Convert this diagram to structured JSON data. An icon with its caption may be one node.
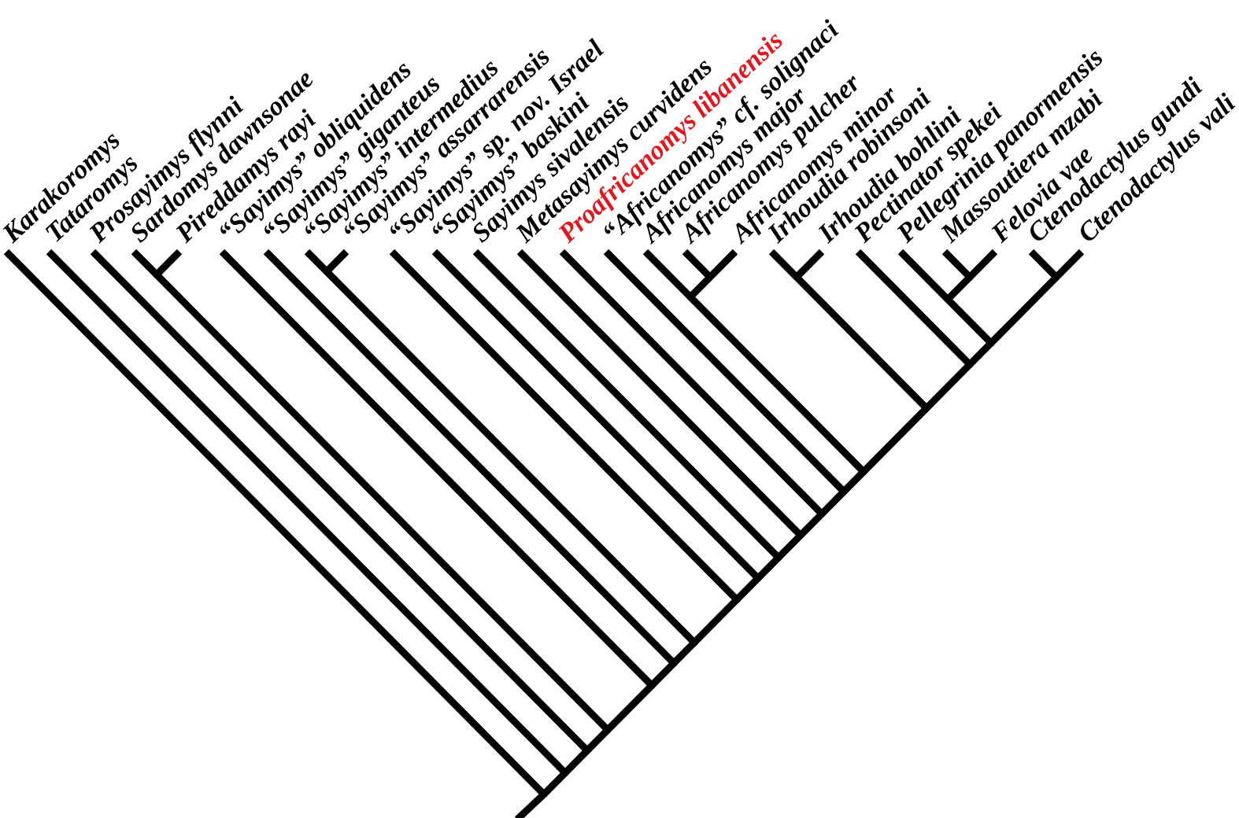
{
  "diagram": {
    "nodes": [
      {
        "text": [
          "Karakoromys"
        ]
      },
      {
        "text": [
          "Tataromys"
        ]
      },
      {
        "text": [
          "Prosayimys flynni"
        ]
      },
      {
        "text": [
          "Sardomys dawnsonae"
        ]
      },
      {
        "text": [
          "Pireddamys rayi"
        ]
      },
      {
        "text": [
          "“Sayimys” obliquidens"
        ]
      },
      {
        "text": [
          "“Sayimys” giganteus"
        ]
      },
      {
        "text": [
          "“Sayimys” intermedius"
        ]
      },
      {
        "text": [
          "“Sayimys” assarrarensis"
        ]
      },
      {
        "text": [
          "“Sayimys” sp. nov. Israel"
        ]
      },
      {
        "text": [
          "“Sayimys” baskini"
        ]
      },
      {
        "text": [
          "Sayimys sivalensis"
        ]
      },
      {
        "text": [
          "Metasayimys curvidens"
        ]
      },
      {
        "text": [
          "Proafricanomys libanensis"
        ]
      },
      {
        "text": [
          "“Africanomys” cf. solignaci"
        ]
      },
      {
        "text": [
          "Africanomys major"
        ]
      },
      {
        "text": [
          "Africanomys pulcher"
        ]
      },
      {
        "text": [
          "Africanomys minor"
        ]
      },
      {
        "text": [
          "Irhoudia robinsoni"
        ]
      },
      {
        "text": [
          "Irhoudia bohlini"
        ]
      },
      {
        "text": [
          "Pectinator spekei"
        ]
      },
      {
        "text": [
          "Pellegrinia panormensis"
        ]
      },
      {
        "text": [
          "Massoutiera mzabi"
        ]
      },
      {
        "text": [
          "Felovia vae"
        ]
      },
      {
        "text": [
          "Ctenodactylus gundi"
        ]
      },
      {
        "text": [
          "Ctenodactylus vali"
        ]
      },
      {
        "text": [],
        "shape": "point"
      },
      {
        "text": [],
        "shape": "point"
      },
      {
        "text": [],
        "shape": "point"
      },
      {
        "text": [],
        "shape": "point"
      },
      {
        "text": [],
        "shape": "point"
      },
      {
        "text": [],
        "shape": "point"
      },
      {
        "text": [],
        "shape": "point"
      },
      {
        "text": [],
        "shape": "point"
      },
      {
        "text": [],
        "shape": "point"
      },
      {
        "text": [],
        "shape": "point"
      },
      {
        "text": [],
        "shape": "point"
      },
      {
        "text": [],
        "shape": "point"
      },
      {
        "text": [],
        "shape": "point"
      },
      {
        "text": [],
        "shape": "point"
      },
      {
        "text": [],
        "shape": "point"
      },
      {
        "text": [],
        "shape": "point"
      },
      {
        "text": [],
        "shape": "point"
      },
      {
        "text": [],
        "shape": "point"
      },
      {
        "text": [],
        "shape": "point"
      },
      {
        "text": [],
        "shape": "point"
      },
      {
        "text": [],
        "shape": "point"
      },
      {
        "text": [],
        "shape": "point"
      },
      {
        "text": [],
        "shape": "point"
      },
      {
        "text": [],
        "shape": "point"
      },
      {
        "text": [],
        "shape": "point"
      }
    ],
    "edges": [
      {
        "from": 3,
        "to": 26,
        "arrow": "none"
      },
      {
        "from": 4,
        "to": 26,
        "arrow": "none"
      },
      {
        "from": 7,
        "to": 27,
        "arrow": "none"
      },
      {
        "from": 8,
        "to": 27,
        "arrow": "none"
      },
      {
        "from": 16,
        "to": 28,
        "arrow": "none"
      },
      {
        "from": 17,
        "to": 28,
        "arrow": "none"
      },
      {
        "from": 15,
        "to": 29,
        "arrow": "none"
      },
      {
        "from": 28,
        "to": 29,
        "arrow": "none"
      },
      {
        "from": 18,
        "to": 30,
        "arrow": "none"
      },
      {
        "from": 19,
        "to": 30,
        "arrow": "none"
      },
      {
        "from": 22,
        "to": 31,
        "arrow": "none"
      },
      {
        "from": 23,
        "to": 31,
        "arrow": "none"
      },
      {
        "from": 24,
        "to": 32,
        "arrow": "none"
      },
      {
        "from": 25,
        "to": 32,
        "arrow": "none"
      },
      {
        "from": 21,
        "to": 33,
        "arrow": "none"
      },
      {
        "from": 31,
        "to": 33,
        "arrow": "none"
      },
      {
        "from": 33,
        "to": 34,
        "arrow": "none"
      },
      {
        "from": 32,
        "to": 34,
        "arrow": "none"
      },
      {
        "from": 20,
        "to": 35,
        "arrow": "none"
      },
      {
        "from": 34,
        "to": 35,
        "arrow": "none"
      },
      {
        "from": 30,
        "to": 36,
        "arrow": "none"
      },
      {
        "from": 35,
        "to": 36,
        "arrow": "none"
      },
      {
        "from": 29,
        "to": 37,
        "arrow": "none"
      },
      {
        "from": 36,
        "to": 37,
        "arrow": "none"
      },
      {
        "from": 14,
        "to": 38,
        "arrow": "none"
      },
      {
        "from": 37,
        "to": 38,
        "arrow": "none"
      },
      {
        "from": 13,
        "to": 39,
        "arrow": "none"
      },
      {
        "from": 38,
        "to": 39,
        "arrow": "none"
      },
      {
        "from": 12,
        "to": 40,
        "arrow": "none"
      },
      {
        "from": 39,
        "to": 40,
        "arrow": "none"
      },
      {
        "from": 11,
        "to": 41,
        "arrow": "none"
      },
      {
        "from": 40,
        "to": 41,
        "arrow": "none"
      },
      {
        "from": 10,
        "to": 42,
        "arrow": "none"
      },
      {
        "from": 41,
        "to": 42,
        "arrow": "none"
      },
      {
        "from": 9,
        "to": 43,
        "arrow": "none"
      },
      {
        "from": 42,
        "to": 43,
        "arrow": "none"
      },
      {
        "from": 27,
        "to": 44,
        "arrow": "none"
      },
      {
        "from": 43,
        "to": 44,
        "arrow": "none"
      },
      {
        "from": 6,
        "to": 45,
        "arrow": "none"
      },
      {
        "from": 44,
        "to": 45,
        "arrow": "none"
      },
      {
        "from": 5,
        "to": 46,
        "arrow": "none"
      },
      {
        "from": 45,
        "to": 46,
        "arrow": "none"
      },
      {
        "from": 26,
        "to": 47,
        "arrow": "none"
      },
      {
        "from": 46,
        "to": 47,
        "arrow": "none"
      },
      {
        "from": 2,
        "to": 48,
        "arrow": "none"
      },
      {
        "from": 47,
        "to": 48,
        "arrow": "none"
      },
      {
        "from": 1,
        "to": 49,
        "arrow": "none"
      },
      {
        "from": 48,
        "to": 49,
        "arrow": "none"
      },
      {
        "from": 0,
        "to": 50,
        "arrow": "none"
      },
      {
        "from": 49,
        "to": 50,
        "arrow": "none"
      },
      {
        "from": null,
        "to": 50,
        "arrow": "none"
      }
    ]
  }
}
